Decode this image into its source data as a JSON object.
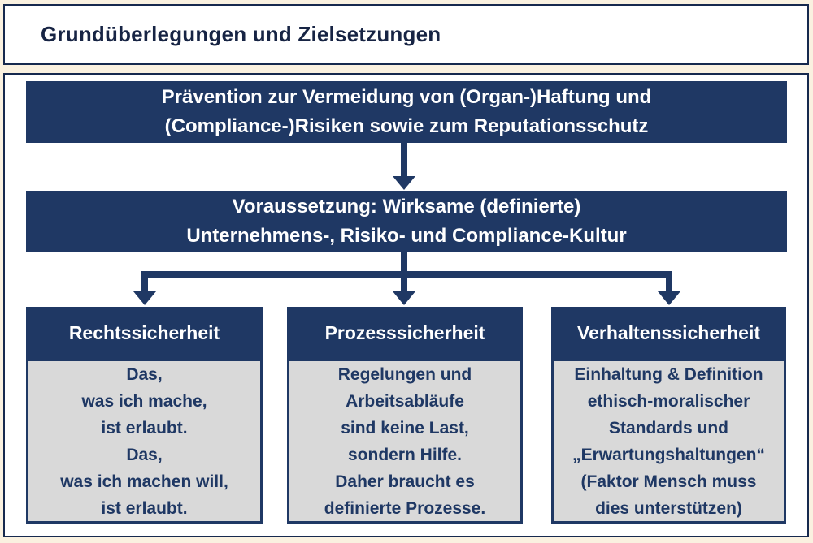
{
  "title": "Grundüberlegungen und Zielsetzungen",
  "banners": {
    "prevention": {
      "line1": "Prävention zur Vermeidung von (Organ-)Haftung und",
      "line2": "(Compliance-)Risiken sowie zum Reputationsschutz"
    },
    "prerequisite": {
      "line1": "Voraussetzung: Wirksame (definierte)",
      "line2": "Unternehmens-, Risiko- und Compliance-Kultur"
    }
  },
  "columns": [
    {
      "header": "Rechtssicherheit",
      "lines": [
        "Das,",
        "was ich mache,",
        "ist erlaubt.",
        "Das,",
        "was ich machen will,",
        "ist erlaubt."
      ]
    },
    {
      "header": "Prozesssicherheit",
      "lines": [
        "Regelungen und",
        "Arbeitsabläufe",
        "sind keine Last,",
        "sondern Hilfe.",
        "Daher braucht es",
        "definierte Prozesse."
      ]
    },
    {
      "header": "Verhaltenssicherheit",
      "lines": [
        "Einhaltung & Definition",
        "ethisch-moralischer",
        "Standards und",
        "„Erwartungshaltungen“",
        "(Faktor Mensch muss",
        "dies unterstützen)"
      ]
    }
  ],
  "colors": {
    "navy": "#1F3864",
    "body_gray": "#D9D9D9",
    "page_background": "#FAF1E0",
    "frame_border": "#16294E",
    "banner_text": "#FFFFFF"
  }
}
